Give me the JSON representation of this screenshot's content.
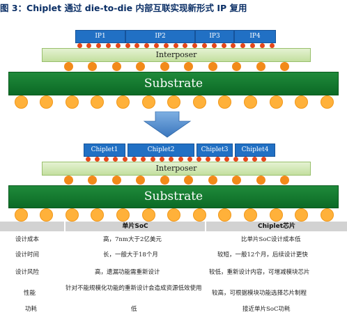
{
  "title": "图 3：Chiplet 通过 die-to-die 内部互联实现新形式 IP 复用",
  "top_diagram": {
    "blocks": [
      "IP1",
      "IP2",
      "IP3",
      "IP4"
    ],
    "interposer_label": "Interposer",
    "substrate_label": "Substrate"
  },
  "bottom_diagram": {
    "blocks": [
      "Chiplet1",
      "Chiplet2",
      "Chiplet3",
      "Chiplet4"
    ],
    "interposer_label": "Interposer",
    "substrate_label": "Substrate"
  },
  "colors": {
    "ip_block": "#2170c4",
    "interposer": "#d4e8b8",
    "substrate": "#137a2f",
    "micro_bump": "#e5481b",
    "c4_bump": "#f28a1a",
    "bga_ball": "#ffb13a",
    "arrow": "#4a86c9"
  },
  "table": {
    "headers": [
      "",
      "单片SoC",
      "Chiplet芯片"
    ],
    "rows": [
      {
        "label": "设计成本",
        "soc": "高，7nm大于2亿美元",
        "chiplet": "比单片SoC设计成本低"
      },
      {
        "label": "设计时间",
        "soc": "长，一般大于18个月",
        "chiplet": "较短，一般12个月，后续设计更快"
      },
      {
        "label": "设计风险",
        "soc": "高，遗漏功能需重新设计",
        "chiplet": "较低，重新设计内容，可增减模块芯片"
      },
      {
        "label": "性能",
        "soc": "针对不能规模化功能的重新设计会造成资源低效使用",
        "chiplet": "较高，可根据模块功能选择芯片制程"
      },
      {
        "label": "功耗",
        "soc": "低",
        "chiplet": "接近单片SoC功耗"
      }
    ]
  }
}
